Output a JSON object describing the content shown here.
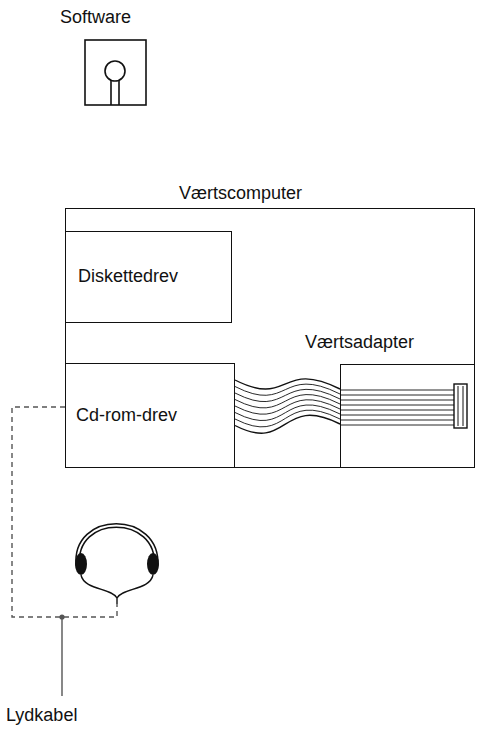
{
  "diagram": {
    "nodes": [
      {
        "text": [
          "Software"
        ]
      },
      {
        "text": [
          "Værtscomputer"
        ]
      },
      {
        "text": [
          "Diskettedrev"
        ],
        "in": 1
      },
      {
        "text": [
          "Cd-rom-drev"
        ],
        "in": 1
      },
      {
        "text": [
          "Værtsadapter"
        ],
        "in": 1
      }
    ],
    "edges": [
      {
        "from": 3,
        "to": 4,
        "arrow": "none"
      }
    ],
    "labels": [
      "Lydkabel"
    ]
  }
}
